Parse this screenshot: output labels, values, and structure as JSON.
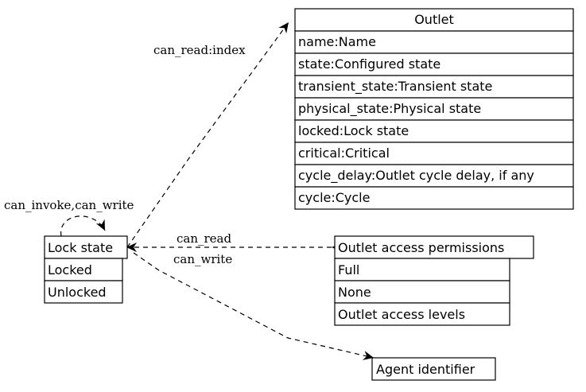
{
  "nodes": {
    "outlet": {
      "header": "Outlet",
      "rows": [
        "name:Name",
        "state:Configured state",
        "transient_state:Transient state",
        "physical_state:Physical state",
        "locked:Lock state",
        "critical:Critical",
        "cycle_delay:Outlet cycle delay, if any",
        "cycle:Cycle"
      ]
    },
    "lock_state": {
      "header": "Lock state",
      "rows": [
        "Locked",
        "Unlocked"
      ]
    },
    "outlet_access_permissions": {
      "header": "Outlet access permissions",
      "rows": [
        "Full",
        "None",
        "Outlet access levels"
      ]
    },
    "agent_identifier": {
      "header": "Agent identifier",
      "rows": []
    }
  },
  "edges": {
    "to_outlet": "can_read:index",
    "self_loop": "can_invoke,can_write",
    "to_permissions": "can_read",
    "to_agent": "can_write"
  }
}
